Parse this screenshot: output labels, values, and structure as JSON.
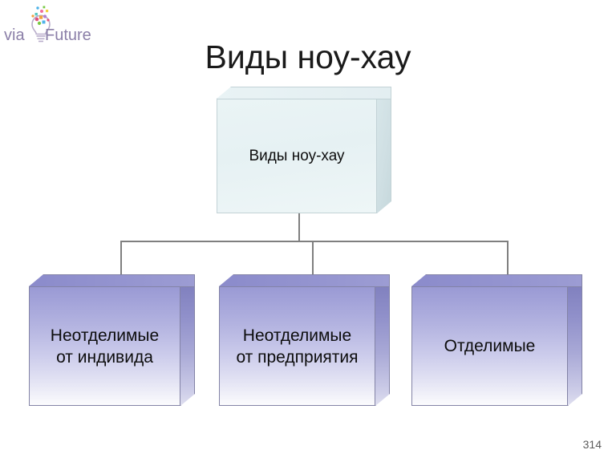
{
  "logo": {
    "word_one": "via",
    "word_two": "Future",
    "icon": "lightbulb-icon",
    "text_color": "#8b7fa8",
    "dot_colors": [
      "#e0527a",
      "#f2a03c",
      "#4fb3e8",
      "#7ac943",
      "#b07fd0",
      "#f26d9b",
      "#56c7c2",
      "#f4d03f"
    ]
  },
  "slide": {
    "title": "Виды ноу-хау",
    "page_number": "314"
  },
  "diagram": {
    "root": {
      "label": "Виды ноу-хау",
      "fill_color": "#e8f2f4",
      "border_color": "#c2d2d6"
    },
    "children": [
      {
        "label": "Неотделимые\nот индивида",
        "line_1": "Неотделимые",
        "line_2": "от индивида",
        "fill_color": "#9a9ad4",
        "border_color": "#8383a6"
      },
      {
        "label": "Неотделимые\nот предприятия",
        "line_1": "Неотделимые",
        "line_2": "от предприятия",
        "fill_color": "#9a9ad4",
        "border_color": "#8383a6"
      },
      {
        "label": "Отделимые",
        "line_1": "Отделимые",
        "line_2": "",
        "fill_color": "#9a9ad4",
        "border_color": "#8383a6"
      }
    ],
    "connector_color": "#7f7f7f"
  }
}
